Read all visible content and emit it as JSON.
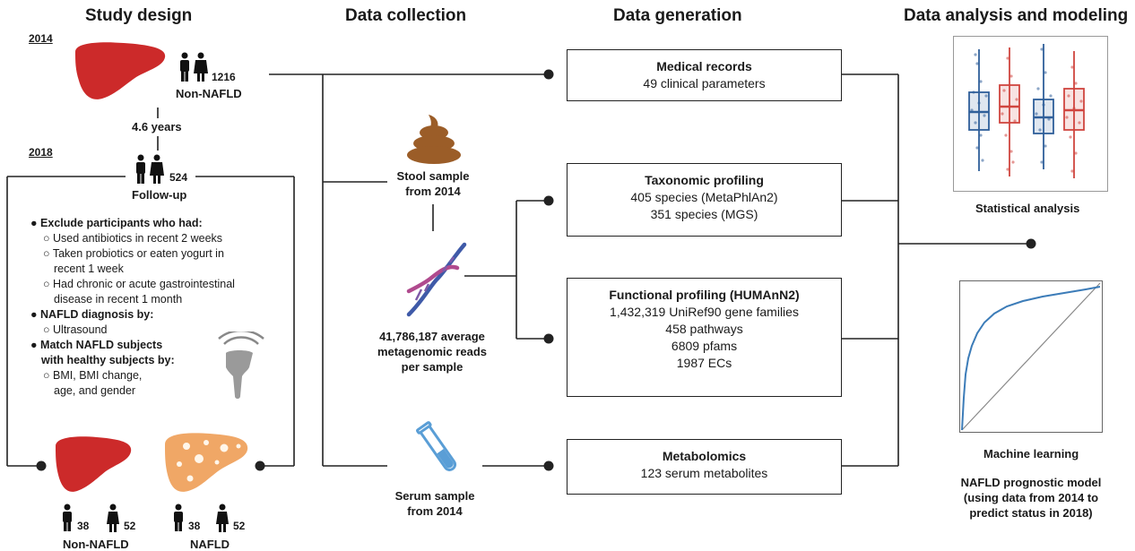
{
  "headers": {
    "study_design": "Study design",
    "data_collection": "Data collection",
    "data_generation": "Data generation",
    "data_analysis": "Data analysis and modeling"
  },
  "study": {
    "year_2014": "2014",
    "count_2014": "1216",
    "label_2014": "Non-NAFLD",
    "interval": "4.6 years",
    "year_2018": "2018",
    "count_2018": "524",
    "label_2018": "Follow-up",
    "criteria": {
      "exclude_title": "Exclude participants who had:",
      "exclude_1": "Used antibiotics in recent 2 weeks",
      "exclude_2a": "Taken probiotics or eaten yogurt in",
      "exclude_2b": "recent 1 week",
      "exclude_3a": "Had chronic or acute gastrointestinal",
      "exclude_3b": "disease in recent 1 month",
      "diag_title": "NAFLD diagnosis by:",
      "diag_1": "Ultrasound",
      "match_title_a": "Match NAFLD subjects",
      "match_title_b": "with healthy subjects by:",
      "match_1a": "BMI, BMI change,",
      "match_1b": "age, and gender"
    },
    "groups": {
      "non_nafld_male": "38",
      "non_nafld_female": "52",
      "non_nafld_label": "Non-NAFLD",
      "nafld_male": "38",
      "nafld_female": "52",
      "nafld_label": "NAFLD"
    }
  },
  "collection": {
    "stool_a": "Stool sample",
    "stool_b": "from 2014",
    "reads_a": "41,786,187 average",
    "reads_b": "metagenomic reads",
    "reads_c": "per sample",
    "serum_a": "Serum sample",
    "serum_b": "from 2014"
  },
  "generation": {
    "medical": {
      "title": "Medical records",
      "l1": "49 clinical parameters"
    },
    "taxonomic": {
      "title": "Taxonomic profiling",
      "l1": "405 species (MetaPhlAn2)",
      "l2": "351 species (MGS)"
    },
    "functional": {
      "title": "Functional profiling (HUMAnN2)",
      "l1": "1,432,319 UniRef90 gene families",
      "l2": "458 pathways",
      "l3": "6809 pfams",
      "l4": "1987 ECs"
    },
    "metabolomics": {
      "title": "Metabolomics",
      "l1": "123 serum metabolites"
    }
  },
  "analysis": {
    "stat_label": "Statistical analysis",
    "ml_label": "Machine learning",
    "model_a": "NAFLD prognostic model",
    "model_b": "(using data from 2014 to",
    "model_c": "predict status in 2018)"
  },
  "colors": {
    "liver_red": "#cc2a2a",
    "liver_orange": "#f0a766",
    "stool_brown": "#9b5d28",
    "serum_blue": "#5a9ed6",
    "box_blue": "#2f5f9a",
    "box_red": "#d0453f",
    "roc_blue": "#3c7cb8"
  }
}
